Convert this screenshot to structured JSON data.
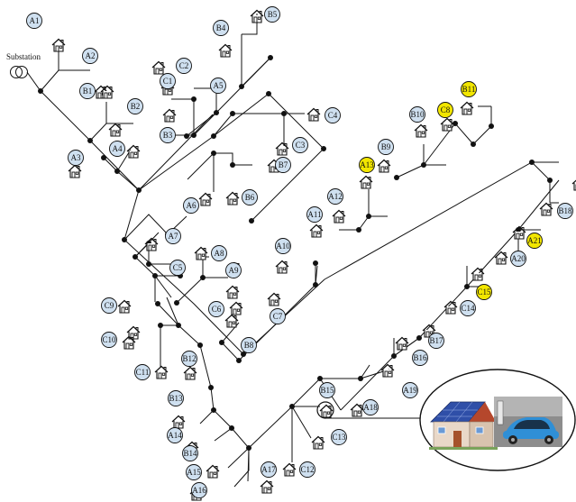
{
  "substation_label": "Substation",
  "colors": {
    "node_default": "#cfe0f0",
    "node_highlight": "#f2e600",
    "line": "#111111",
    "roof_solar": "#2f4fa8",
    "wall": "#e9d8c8",
    "roof": "#b5472c",
    "ev_body": "#2f8fd6"
  },
  "icons": [
    "house-icon",
    "substation-transformer-icon",
    "solar-house-icon",
    "electric-car-icon"
  ],
  "nodes": [
    {
      "id": "A1",
      "highlight": false
    },
    {
      "id": "A2",
      "highlight": false
    },
    {
      "id": "B1",
      "highlight": false
    },
    {
      "id": "B2",
      "highlight": false
    },
    {
      "id": "A3",
      "highlight": false
    },
    {
      "id": "A4",
      "highlight": false
    },
    {
      "id": "B4",
      "highlight": false
    },
    {
      "id": "B5",
      "highlight": false
    },
    {
      "id": "C2",
      "highlight": false
    },
    {
      "id": "C1",
      "highlight": false
    },
    {
      "id": "A5",
      "highlight": false
    },
    {
      "id": "B3",
      "highlight": false
    },
    {
      "id": "C4",
      "highlight": false
    },
    {
      "id": "C3",
      "highlight": false
    },
    {
      "id": "B7",
      "highlight": false
    },
    {
      "id": "A6",
      "highlight": false
    },
    {
      "id": "B6",
      "highlight": false
    },
    {
      "id": "A7",
      "highlight": false
    },
    {
      "id": "C5",
      "highlight": false
    },
    {
      "id": "A8",
      "highlight": false
    },
    {
      "id": "A9",
      "highlight": false
    },
    {
      "id": "C6",
      "highlight": false
    },
    {
      "id": "C7",
      "highlight": false
    },
    {
      "id": "B8",
      "highlight": false
    },
    {
      "id": "C9",
      "highlight": false
    },
    {
      "id": "C10",
      "highlight": false
    },
    {
      "id": "C11",
      "highlight": false
    },
    {
      "id": "B12",
      "highlight": false
    },
    {
      "id": "B13",
      "highlight": false
    },
    {
      "id": "A14",
      "highlight": false
    },
    {
      "id": "B14",
      "highlight": false
    },
    {
      "id": "A15",
      "highlight": false
    },
    {
      "id": "A16",
      "highlight": false
    },
    {
      "id": "A17",
      "highlight": false
    },
    {
      "id": "C12",
      "highlight": false
    },
    {
      "id": "C13",
      "highlight": false
    },
    {
      "id": "B15",
      "highlight": false
    },
    {
      "id": "A18",
      "highlight": false
    },
    {
      "id": "A19",
      "highlight": false
    },
    {
      "id": "B16",
      "highlight": false
    },
    {
      "id": "B17",
      "highlight": false
    },
    {
      "id": "C14",
      "highlight": false
    },
    {
      "id": "C15",
      "highlight": true
    },
    {
      "id": "A20",
      "highlight": false
    },
    {
      "id": "A21",
      "highlight": true
    },
    {
      "id": "B18",
      "highlight": false
    },
    {
      "id": "A10",
      "highlight": false
    },
    {
      "id": "A11",
      "highlight": false
    },
    {
      "id": "A12",
      "highlight": false
    },
    {
      "id": "A13",
      "highlight": true
    },
    {
      "id": "B9",
      "highlight": false
    },
    {
      "id": "B10",
      "highlight": false
    },
    {
      "id": "C8",
      "highlight": true
    },
    {
      "id": "B11",
      "highlight": true
    }
  ]
}
